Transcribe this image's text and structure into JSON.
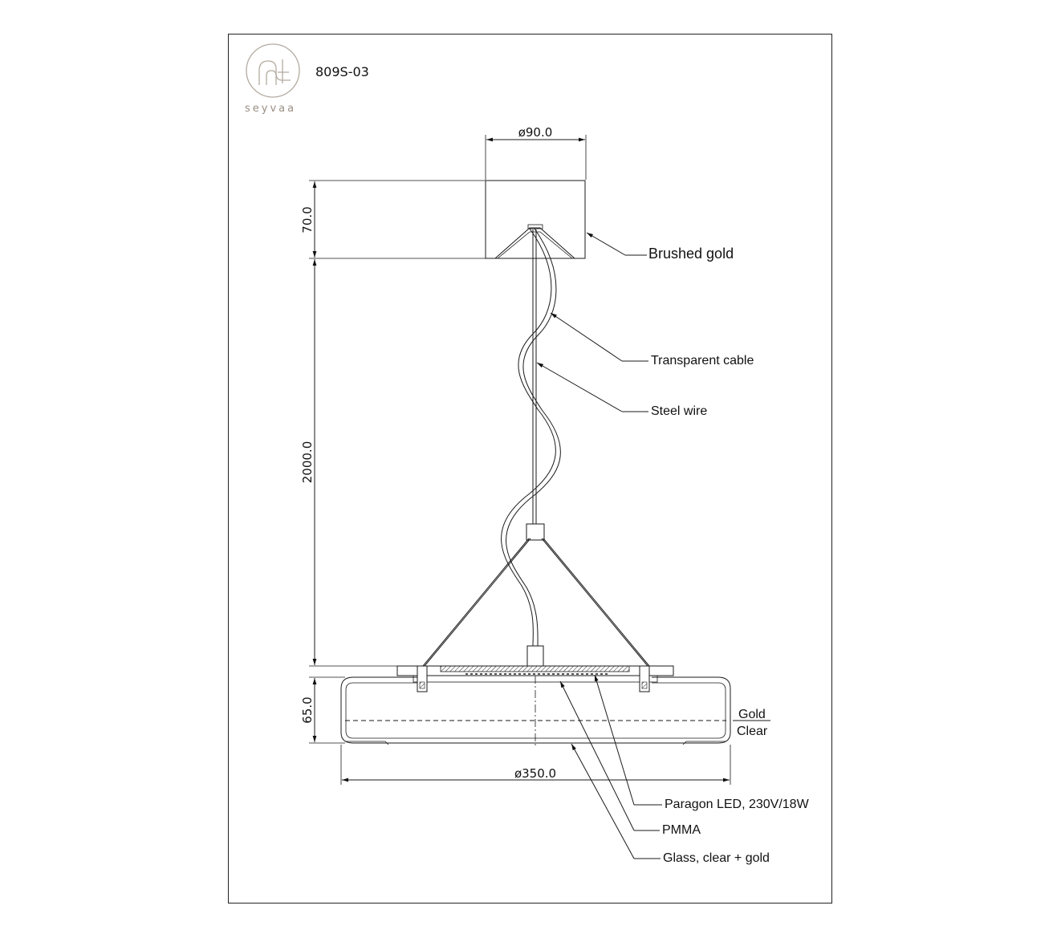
{
  "logo": {
    "brand_name": "seyvaa"
  },
  "drawing": {
    "model_number": "809S-03"
  },
  "dimensions": {
    "canopy_diameter": "ø90.0",
    "canopy_height": "70.0",
    "suspension_length": "2000.0",
    "shade_height": "65.0",
    "shade_diameter": "ø350.0"
  },
  "callouts": {
    "brushed_gold": "Brushed gold",
    "transparent_cable": "Transparent cable",
    "steel_wire": "Steel wire",
    "gold": "Gold",
    "clear": "Clear",
    "paragon_led": "Paragon LED, 230V/18W",
    "pmma": "PMMA",
    "glass": "Glass, clear + gold"
  }
}
